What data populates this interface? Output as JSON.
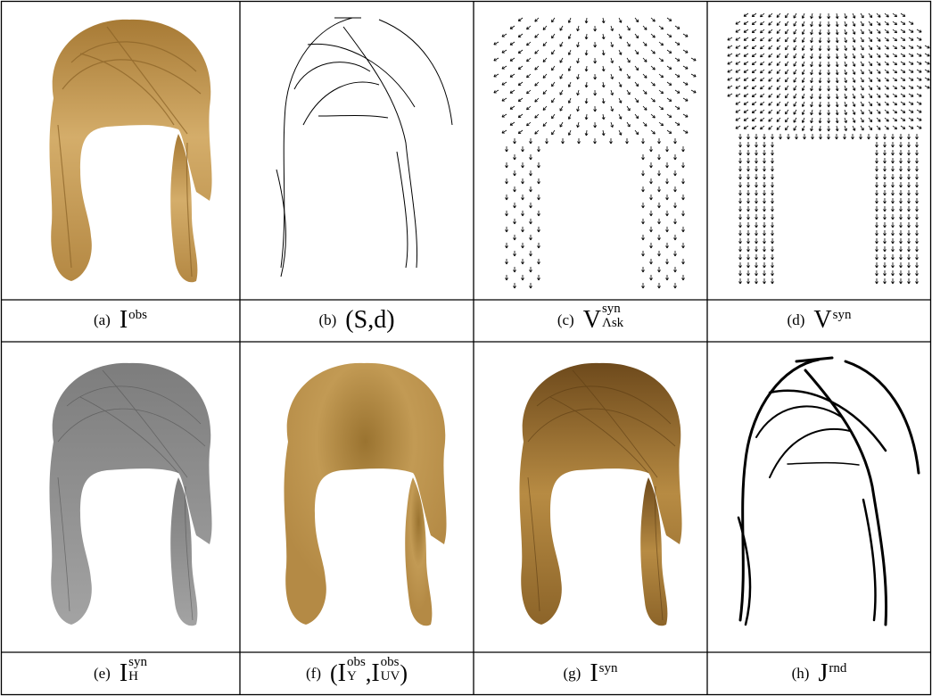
{
  "panels": [
    {
      "tag": "(a)",
      "symbol": "I",
      "sup": "obs",
      "sub": "",
      "content": "hair-photo"
    },
    {
      "tag": "(b)",
      "symbol": "(S,d)",
      "sup": "",
      "sub": "",
      "content": "sketch-lines"
    },
    {
      "tag": "(c)",
      "symbol": "V",
      "sup": "syn",
      "sub": "Λsk",
      "content": "sparse-vector-field"
    },
    {
      "tag": "(d)",
      "symbol": "V",
      "sup": "syn",
      "sub": "",
      "content": "dense-vector-field"
    },
    {
      "tag": "(e)",
      "symbol": "I",
      "sup": "syn",
      "sub": "H",
      "content": "grayscale-texture"
    },
    {
      "tag": "(f)",
      "symbol": "I",
      "sup": "obs",
      "sub": "Y",
      "symbol2": "I",
      "sup2": "obs",
      "sub2": "UV",
      "content": "color-blur"
    },
    {
      "tag": "(g)",
      "symbol": "I",
      "sup": "syn",
      "sub": "",
      "content": "synthesized-hair"
    },
    {
      "tag": "(h)",
      "symbol": "J",
      "sup": "rnd",
      "sub": "",
      "content": "rendered-strokes"
    }
  ],
  "colors": {
    "hair_dark": "#8a6226",
    "hair_mid": "#b5893f",
    "hair_light": "#d9b574",
    "gray_dark": "#6a6a6a",
    "gray_light": "#b9b9b9"
  }
}
